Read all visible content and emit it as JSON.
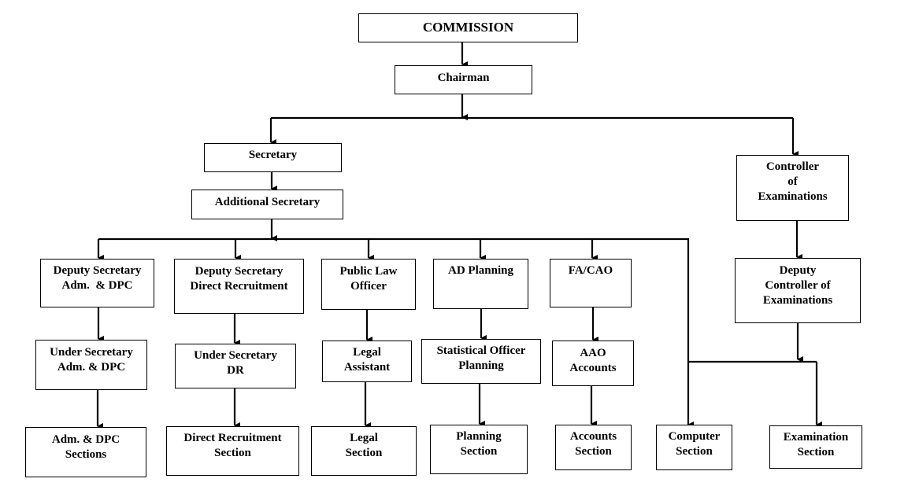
{
  "nodes": {
    "commission": "COMMISSION",
    "chairman": "Chairman",
    "secretary": "Secretary",
    "additional_secretary": "Additional Secretary",
    "controller": "Controller\nof\nExaminations",
    "dy_sec_adm": "Deputy Secretary\nAdm.  & DPC",
    "dy_sec_dr": "Deputy Secretary\nDirect Recruitment",
    "public_law_officer": "Public Law\nOfficer",
    "ad_planning": "AD Planning",
    "fa_cao": "FA/CAO",
    "dy_controller": "Deputy\nController of\nExaminations",
    "under_sec_adm": "Under Secretary\nAdm. & DPC",
    "under_sec_dr": "Under Secretary\nDR",
    "legal_assistant": "Legal\nAssistant",
    "stat_officer": "Statistical Officer\nPlanning",
    "aao_accounts": "AAO\nAccounts",
    "adm_dpc_sections": "Adm. & DPC\nSections",
    "dr_section": "Direct Recruitment\nSection",
    "legal_section": "Legal\nSection",
    "planning_section": "Planning\nSection",
    "accounts_section": "Accounts\nSection",
    "computer_section": "Computer\nSection",
    "examination_section": "Examination\nSection"
  }
}
